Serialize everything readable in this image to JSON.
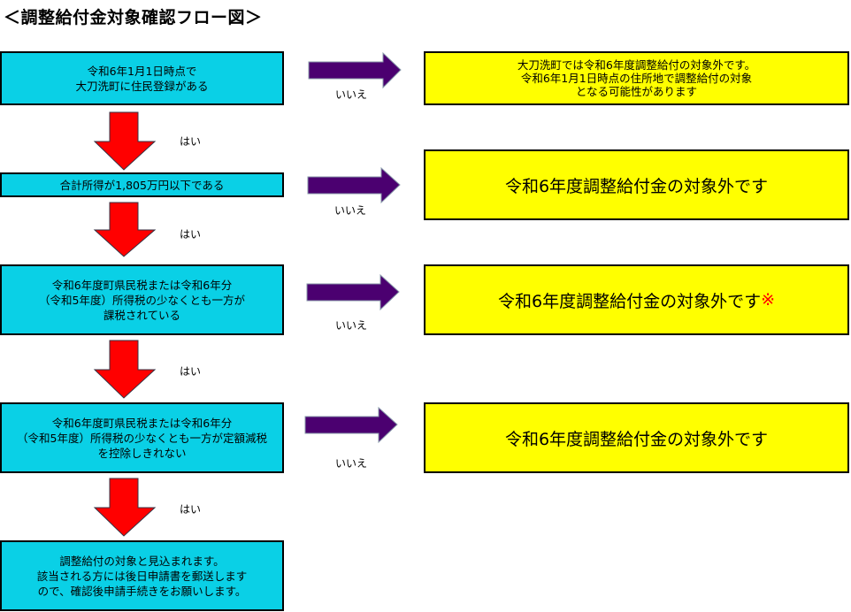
{
  "title": "＜調整給付金対象確認フロー図＞",
  "steps": [
    {
      "question": "令和6年1月1日時点で\n大刀洗町に住民登録がある",
      "yes_label": "はい",
      "no_label": "いいえ",
      "no_result": "大刀洗町では令和6年度調整給付の対象外です。\n令和6年1月1日時点の住所地で調整給付の対象\nとなる可能性があります"
    },
    {
      "question": "合計所得が1,805万円以下である",
      "yes_label": "はい",
      "no_label": "いいえ",
      "no_result": "令和6年度調整給付金の対象外です"
    },
    {
      "question": "令和6年度町県民税または令和6年分\n（令和5年度）所得税の少なくとも一方が\n課税されている",
      "yes_label": "はい",
      "no_label": "いいえ",
      "no_result": "令和6年度調整給付金の対象外です",
      "no_result_mark": "※"
    },
    {
      "question": "令和6年度町県民税または令和6年分\n（令和5年度）所得税の少なくとも一方が定額減税\nを控除しきれない",
      "no_label": "いいえ",
      "yes_label": "はい",
      "no_result": "令和6年度調整給付金の対象外です"
    }
  ],
  "final_result": "調整給付の対象と見込まれます。\n該当される方には後日申請書を郵送します\nので、確認後申請手続きをお願いします。",
  "colors": {
    "question_box": "#0ad0e6",
    "result_box": "#ffff00",
    "yes_arrow": "#ff0000",
    "no_arrow": "#4b0070"
  }
}
